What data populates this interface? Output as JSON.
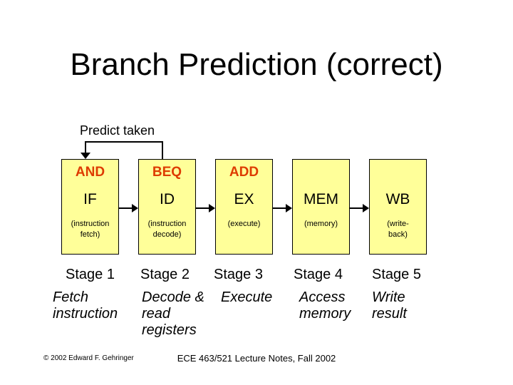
{
  "title": "Branch Prediction (correct)",
  "annotation": {
    "predict_label": "Predict taken"
  },
  "pipeline": {
    "stages": [
      {
        "instruction": "AND",
        "code": "IF",
        "detail": "(instruction\nfetch)",
        "stage_label": "Stage 1",
        "description": "Fetch\ninstruction"
      },
      {
        "instruction": "BEQ",
        "code": "ID",
        "detail": "(instruction\ndecode)",
        "stage_label": "Stage 2",
        "description": "Decode &\nread\nregisters"
      },
      {
        "instruction": "ADD",
        "code": "EX",
        "detail": "(execute)",
        "stage_label": "Stage 3",
        "description": "Execute"
      },
      {
        "instruction": "",
        "code": "MEM",
        "detail": "(memory)",
        "stage_label": "Stage 4",
        "description": "Access\nmemory"
      },
      {
        "instruction": "",
        "code": "WB",
        "detail": "(write-\nback)",
        "stage_label": "Stage 5",
        "description": "Write\nresult"
      }
    ]
  },
  "footer": {
    "copyright": "© 2002 Edward F. Gehringer",
    "course": "ECE 463/521 Lecture Notes, Fall 2002"
  },
  "colors": {
    "background": "#FFFFFF",
    "box_fill": "#FFFF99",
    "box_border": "#000000",
    "instruction_red": "#DE3B00",
    "text": "#000000"
  }
}
